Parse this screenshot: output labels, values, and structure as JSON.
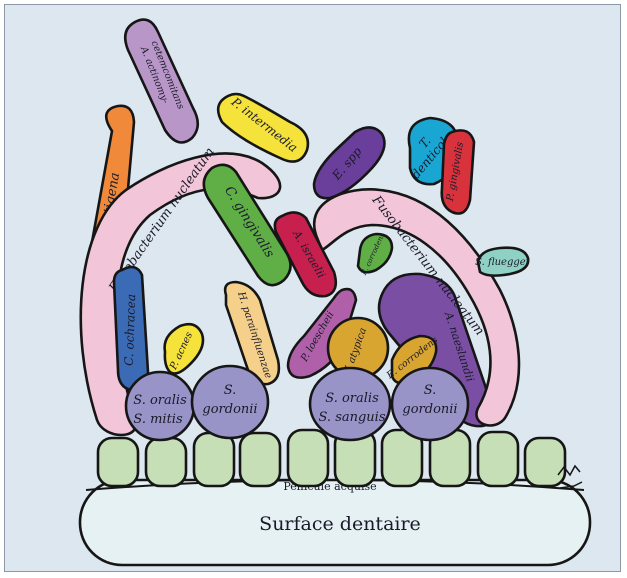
{
  "colors": {
    "background": "#dde7ef",
    "fusobacterium": "#f2c6d8",
    "streptococcus": "#9894c8",
    "tooth_cells": "#c7dfb7",
    "tooth_surface": "#e6f1f3",
    "orange": "#f08a3a",
    "purple": "#6a3e9b",
    "yellow": "#f5e23a",
    "green": "#5fae46",
    "magenta": "#c8204e",
    "cyan": "#1aa6d3",
    "red": "#d8323d",
    "teal": "#8fd2c5",
    "blue": "#3b6bb5",
    "peach": "#f5d08a",
    "plum": "#b060a8",
    "gold": "#d9a531",
    "violet": "#7a4fa3"
  },
  "labels": {
    "c_sputigena": "C. sputigena",
    "a_actino_1": "A. actinomy-",
    "a_actino_2": "cetemcomitans",
    "p_intermedia": "P. intermedia",
    "f_nucleatum_left": "Fusobacterium nucleatum",
    "c_gingivalis": "C. gingivalis",
    "e_spp": "E. spp",
    "t_denticola_1": "T.",
    "t_denticola_2": "denticola",
    "p_gingivalis": "P. gingivalis",
    "f_nucleatum_right": "Fusobacterium nucleatum",
    "a_israelii": "A. israelii",
    "e_corrodens_top": "E. corrodens",
    "s_flueggei": "S. flueggei",
    "c_ochracea": "C. ochracea",
    "p_acnes": "P. acnes",
    "h_parainfluenzae": "H. parainfluenzae",
    "p_loescheii": "P. loescheii",
    "v_atypica": "V. atypica",
    "e_corrodens": "E. corrodens",
    "a_naeslundii": "A. naeslundii",
    "s_oralis_1": "S. oralis",
    "s_mitis": "S. mitis",
    "s_gordonii_l1": "S.",
    "s_gordonii_l2": "gordonii",
    "s_oralis_2": "S. oralis",
    "s_sanguis": "S. sanguis",
    "s_gordonii_r1": "S.",
    "s_gordonii_r2": "gordonii",
    "pellicle": "Pellicule acquise",
    "surface": "Surface dentaire"
  }
}
